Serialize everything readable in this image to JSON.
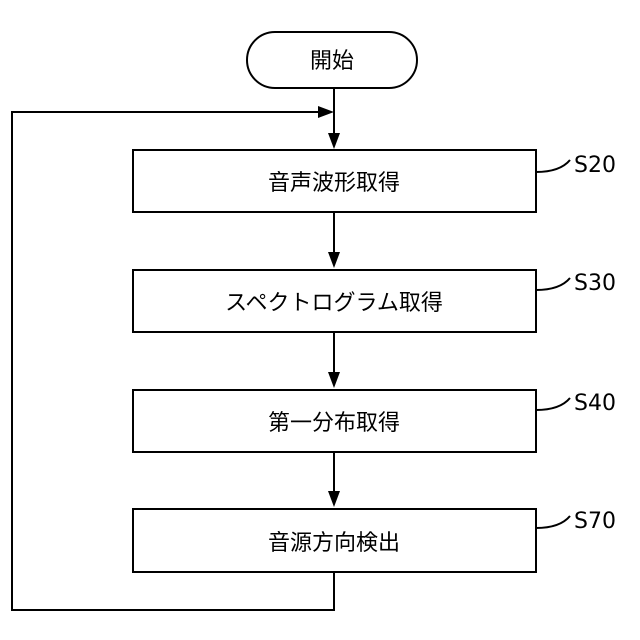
{
  "flowchart": {
    "start_label": "開始",
    "steps": [
      {
        "id": "S20",
        "label": "音声波形取得"
      },
      {
        "id": "S30",
        "label": "スペクトログラム取得"
      },
      {
        "id": "S40",
        "label": "第一分布取得"
      },
      {
        "id": "S70",
        "label": "音源方向検出"
      }
    ],
    "loop": "return from S70 to before S20"
  }
}
